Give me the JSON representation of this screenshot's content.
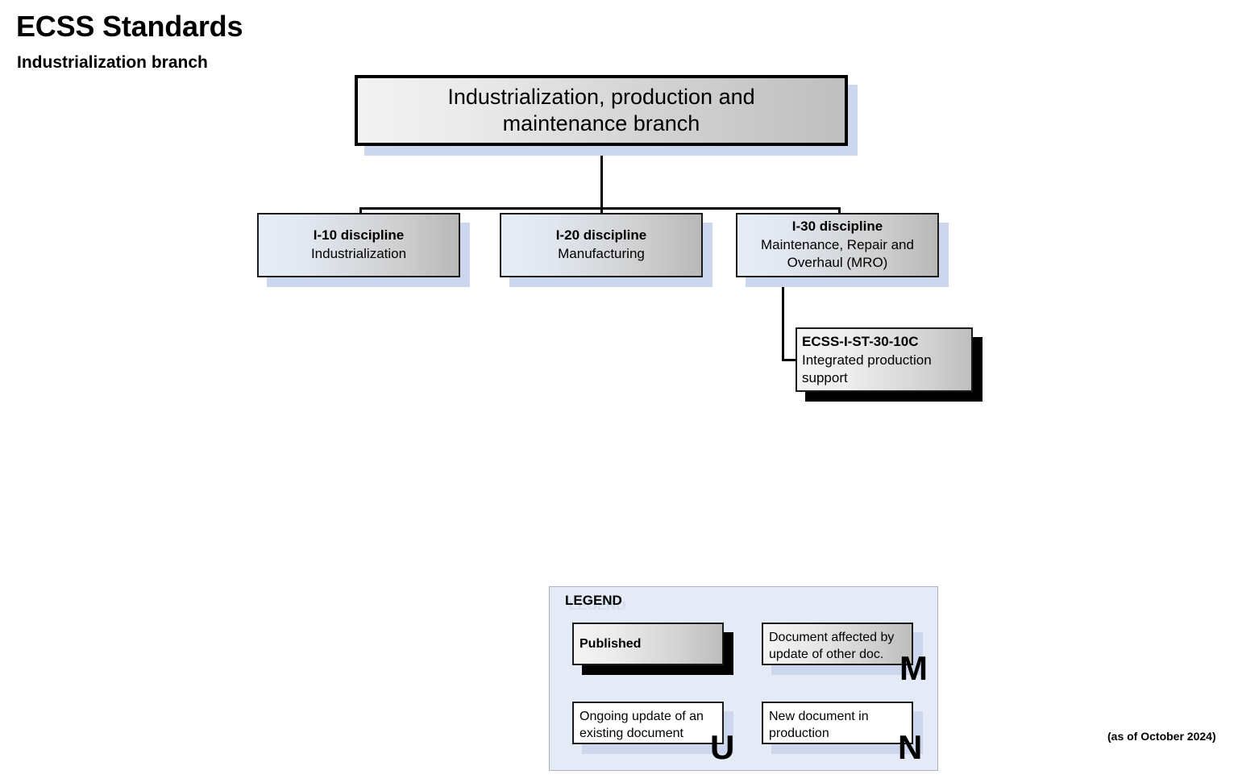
{
  "header": {
    "title": "ECSS Standards",
    "subtitle": "Industrialization branch",
    "as_of": "(as of October 2024)"
  },
  "colors": {
    "shadow_blue": "#ccd7ee",
    "shadow_black": "#000000",
    "legend_background": "#e4ebf7",
    "legend_border": "#aab4c6",
    "box_border": "#1b1b1b",
    "gradient_start": "#f2f2f2",
    "gradient_end": "#bfbfbf",
    "discipline_gradient_start": "#e7edf6",
    "legend_ghost_text": "#d3ddef"
  },
  "diagram": {
    "root": {
      "label_line1": "Industrialization, production and",
      "label_line2": "maintenance branch"
    },
    "disciplines": [
      {
        "code": "I-10 discipline",
        "name_line1": "Industrialization",
        "name_line2": ""
      },
      {
        "code": "I-20 discipline",
        "name_line1": "Manufacturing",
        "name_line2": ""
      },
      {
        "code": "I-30 discipline",
        "name_line1": "Maintenance, Repair and",
        "name_line2": "Overhaul (MRO)"
      }
    ],
    "documents": [
      {
        "id": "ECSS-I-ST-30-10C",
        "title_line1": "Integrated production",
        "title_line2": "support",
        "status": "published",
        "parent": "I-30 discipline"
      }
    ]
  },
  "legend": {
    "title": "LEGEND",
    "items": [
      {
        "label_line1": "Published",
        "label_line2": "",
        "marker": "",
        "style": "published"
      },
      {
        "label_line1": "Document affected by",
        "label_line2": "update of other doc.",
        "marker": "M",
        "style": "modified"
      },
      {
        "label_line1": "Ongoing update of an",
        "label_line2": "existing document",
        "marker": "U",
        "style": "update"
      },
      {
        "label_line1": "New document in",
        "label_line2": "production",
        "marker": "N",
        "style": "new"
      }
    ]
  }
}
